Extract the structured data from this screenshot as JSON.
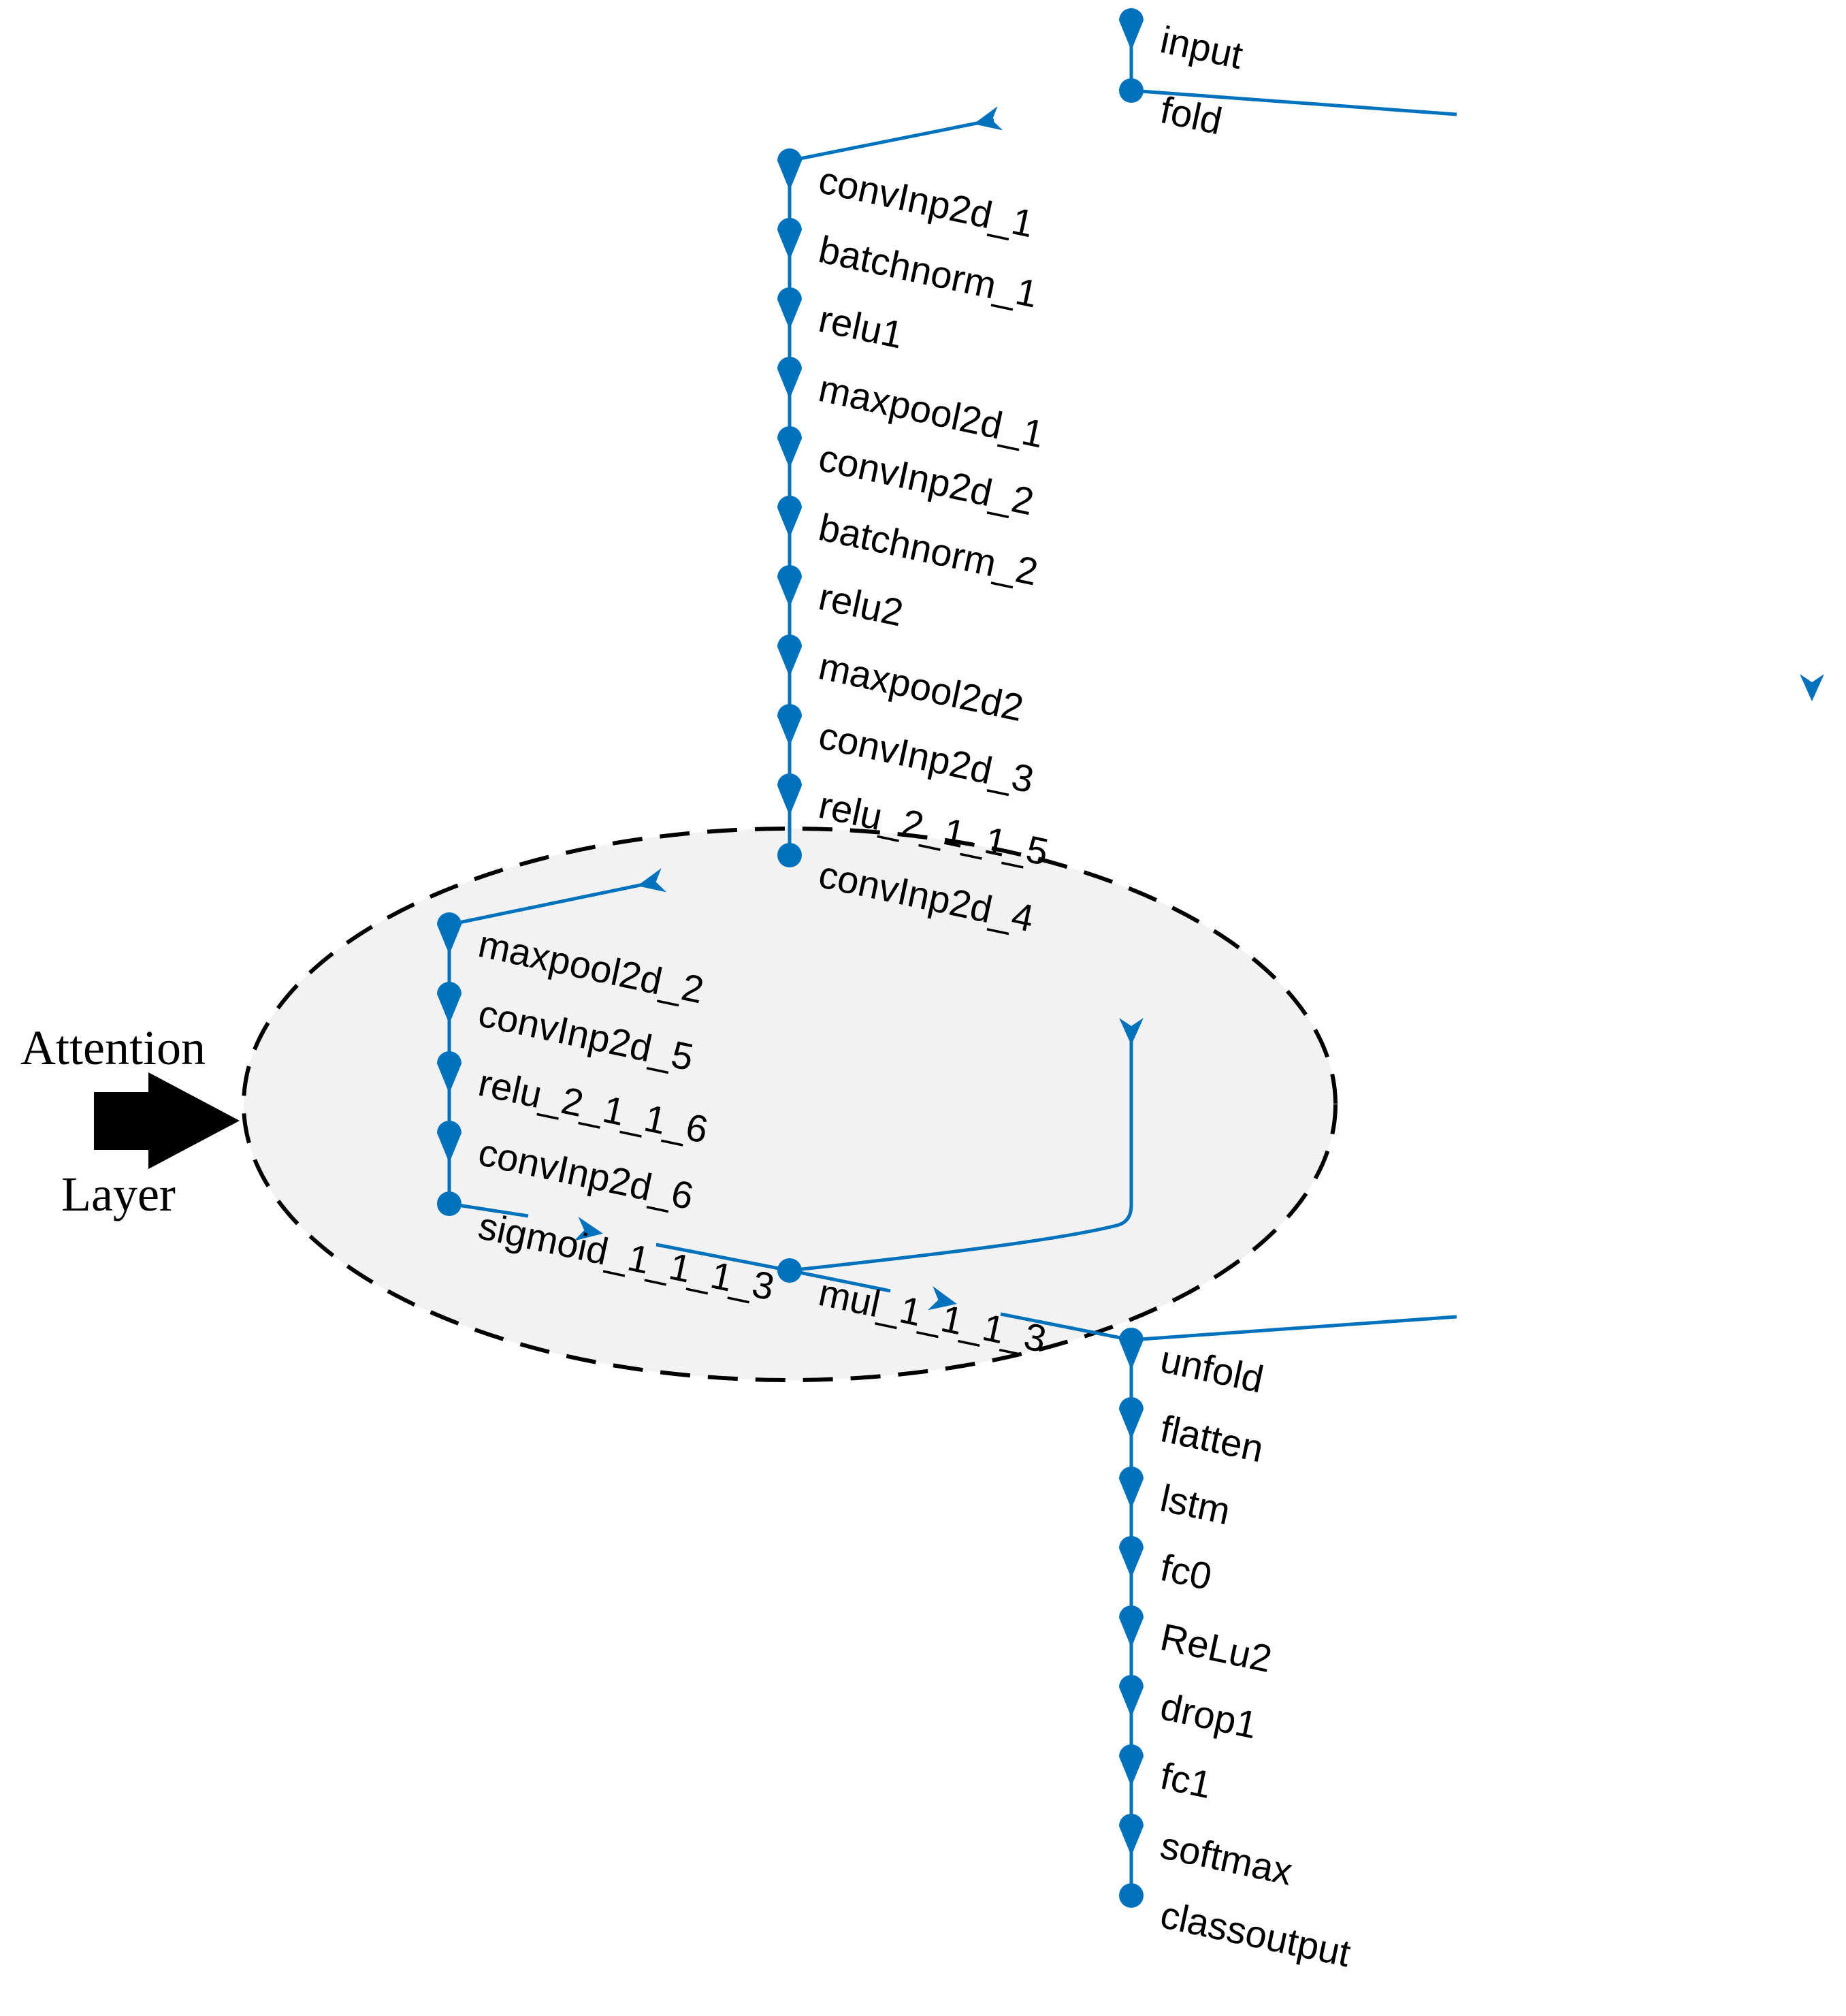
{
  "colors": {
    "edge": "#0072BD",
    "node": "#0072BD",
    "region_fill": "#F2F2F2",
    "region_stroke": "#000000",
    "arrow": "#000000"
  },
  "annotation": {
    "line1": "Attention",
    "line2": "Layer"
  },
  "nodes": [
    {
      "id": "n-input",
      "label": "input"
    },
    {
      "id": "n-fold",
      "label": "fold"
    },
    {
      "id": "n-conv1",
      "label": "convInp2d_1"
    },
    {
      "id": "n-bn1",
      "label": "batchnorm_1"
    },
    {
      "id": "n-relu1",
      "label": "relu1"
    },
    {
      "id": "n-mp1",
      "label": "maxpool2d_1"
    },
    {
      "id": "n-conv2",
      "label": "convInp2d_2"
    },
    {
      "id": "n-bn2",
      "label": "batchnorm_2"
    },
    {
      "id": "n-relu2",
      "label": "relu2"
    },
    {
      "id": "n-mp2",
      "label": "maxpool2d2"
    },
    {
      "id": "n-conv3",
      "label": "convInp2d_3"
    },
    {
      "id": "n-relu215",
      "label": "relu_2_1_1_5"
    },
    {
      "id": "n-conv4",
      "label": "convInp2d_4"
    },
    {
      "id": "n-mp2b",
      "label": "maxpool2d_2"
    },
    {
      "id": "n-conv5",
      "label": "convInp2d_5"
    },
    {
      "id": "n-relu216",
      "label": "relu_2_1_1_6"
    },
    {
      "id": "n-conv6",
      "label": "convInp2d_6"
    },
    {
      "id": "n-sig",
      "label": "sigmoid_1_1_1_3"
    },
    {
      "id": "n-mul",
      "label": "mul_1_1_1_3"
    },
    {
      "id": "n-unfold",
      "label": "unfold"
    },
    {
      "id": "n-flatten",
      "label": "flatten"
    },
    {
      "id": "n-lstm",
      "label": "lstm"
    },
    {
      "id": "n-fc0",
      "label": "fc0"
    },
    {
      "id": "n-relu-b",
      "label": "ReLu2"
    },
    {
      "id": "n-drop1",
      "label": "drop1"
    },
    {
      "id": "n-fc1",
      "label": "fc1"
    },
    {
      "id": "n-softmax",
      "label": "softmax"
    },
    {
      "id": "n-classout",
      "label": "classoutput"
    }
  ]
}
